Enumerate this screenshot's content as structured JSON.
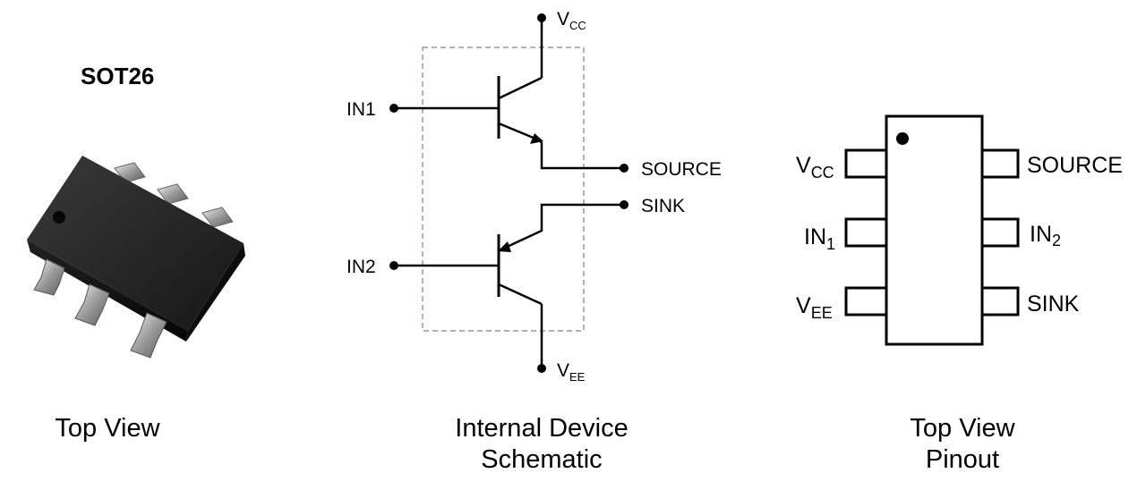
{
  "package": {
    "title": "SOT26",
    "caption": "Top View"
  },
  "schematic": {
    "caption_line1": "Internal Device",
    "caption_line2": "Schematic",
    "labels": {
      "vcc_main": "V",
      "vcc_sub": "CC",
      "vee_main": "V",
      "vee_sub": "EE",
      "in1": "IN1",
      "in2": "IN2",
      "source": "SOURCE",
      "sink": "SINK"
    }
  },
  "pinout": {
    "caption_line1": "Top View",
    "caption_line2": "Pinout",
    "left_pins": [
      {
        "main": "V",
        "sub": "CC"
      },
      {
        "main": "IN",
        "sub": "1"
      },
      {
        "main": "V",
        "sub": "EE"
      }
    ],
    "right_pins": [
      {
        "main": "SOURCE",
        "sub": ""
      },
      {
        "main": "IN",
        "sub": "2"
      },
      {
        "main": "SINK",
        "sub": ""
      }
    ]
  }
}
